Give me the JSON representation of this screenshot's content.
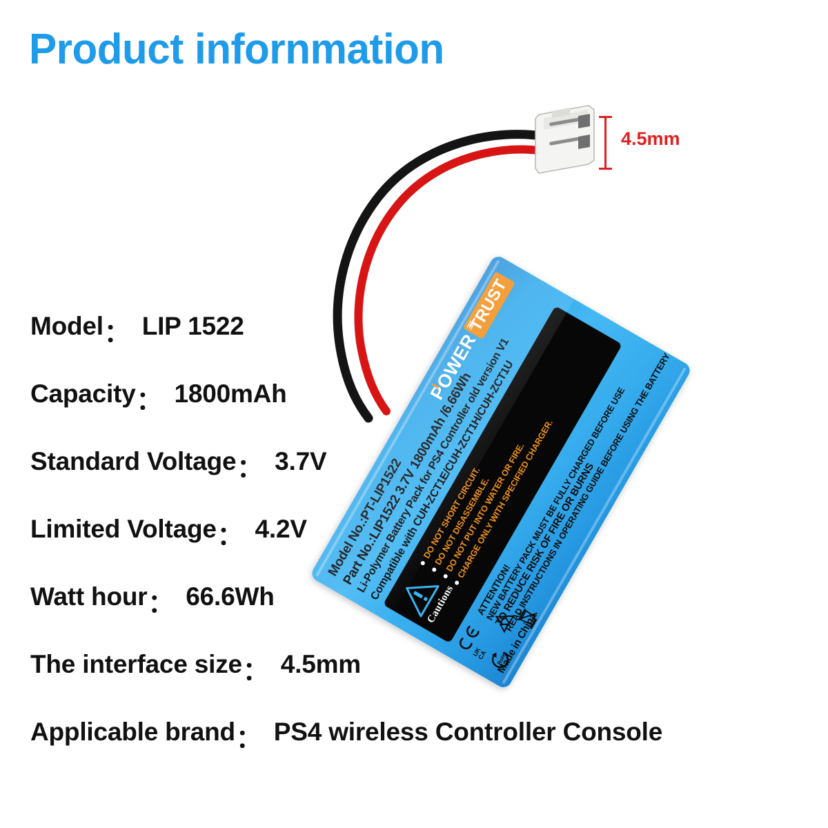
{
  "page": {
    "title": "Product infornmation",
    "title_color": "#1E9BE9",
    "background": "#ffffff"
  },
  "specs": [
    {
      "label": "Model",
      "colon": "：",
      "value": "LIP 1522"
    },
    {
      "label": "Capacity",
      "colon": "：",
      "value": "1800mAh"
    },
    {
      "label": "Standard Voltage",
      "colon": "：",
      "value": "3.7V"
    },
    {
      "label": "Limited Voltage",
      "colon": "：",
      "value": "4.2V"
    },
    {
      "label": "Watt hour",
      "colon": "：",
      "value": "66.6Wh"
    },
    {
      "label": "The interface size",
      "colon": "：",
      "value": "4.5mm"
    },
    {
      "label": "Applicable brand",
      "colon": "：",
      "value": "PS4 wireless Controller Console"
    }
  ],
  "dimension": {
    "value": "4.5mm",
    "color": "#E02020"
  },
  "battery": {
    "body_color": "#2FA8EC",
    "brand": {
      "word_one": "POWER",
      "word_two": "TRUST",
      "accent_color": "#F18B12"
    },
    "model_no": "Model No.:PT-LIP1522",
    "part_no": "Part No.:LIP1522  3.7V  1800mAh /6.66Wh",
    "chemistry": "Li-Polymer Battery Pack for PS4 Controller old version V1",
    "compatible": "Compatible with CUH-ZCT1E/CUH-ZCT1H/CUH-ZCT1U",
    "cautions_heading": "Cautions",
    "warnings": [
      "DO NOT SHORT CIRCUIT.",
      "DO NOT DISASSEMBLE.",
      "DO NOT PUT INTO WATER OR FIRE.",
      "CHARGE ONLY WITH SPECIFIED CHARGER."
    ],
    "warning_color": "#F0921A",
    "attention": [
      "ATTENTION!",
      "NEW BATTERY PACK MUST BE FULLY CHARGED BEFORE USE",
      "TO REDUCE RISK OF FIRE OR BURNS",
      "READ INSTRUCTIONS IN OPERATING GUIDE BEFORE USING THE BATTERY"
    ],
    "marks": {
      "ce": "CE",
      "ukca_line1": "UK",
      "ukca_line2": "CA",
      "rohs": "RoHS"
    },
    "origin": "Made in China"
  },
  "connector": {
    "type": "2-pin JST white connector",
    "wire_positive_color": "#D81515",
    "wire_negative_color": "#111111"
  }
}
